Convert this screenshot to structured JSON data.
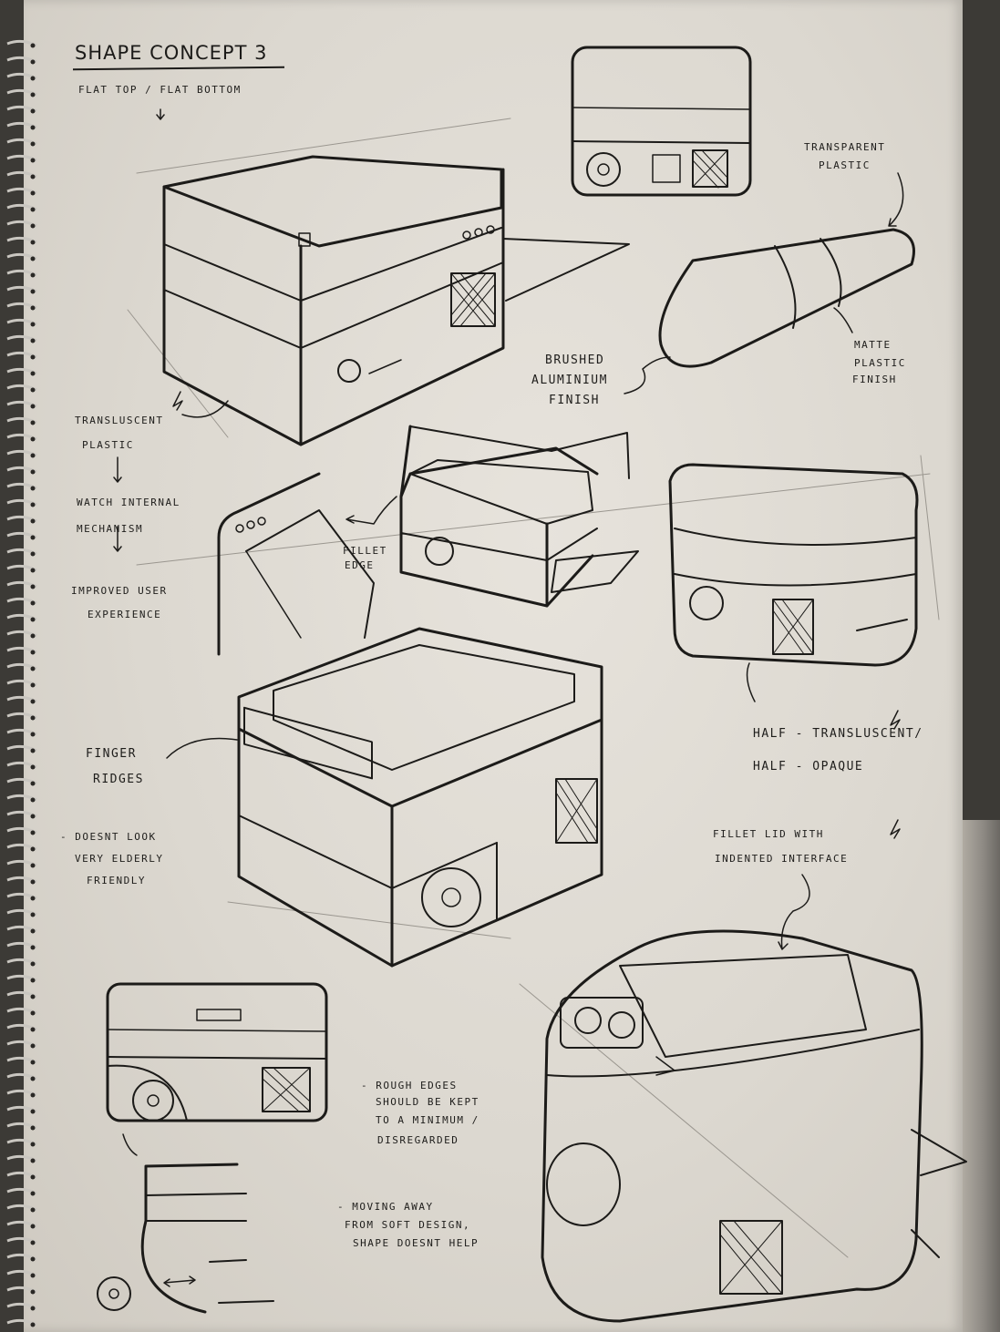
{
  "title": "SHAPE CONCEPT 3",
  "notes": {
    "flat_top": "FLAT TOP / FLAT BOTTOM",
    "transparent_plastic": [
      "TRANSPARENT",
      "PLASTIC"
    ],
    "matte_plastic": [
      "MATTE",
      "PLASTIC",
      "FINISH"
    ],
    "brushed_aluminium": [
      "BRUSHED",
      "ALUMINIUM",
      "FINISH"
    ],
    "translucent_plastic": [
      "TRANSLUSCENT",
      "PLASTIC"
    ],
    "watch_internal": [
      "WATCH INTERNAL",
      "MECHANISM"
    ],
    "improved_user": [
      "IMPROVED USER",
      "EXPERIENCE"
    ],
    "fillet_edge": [
      "FILLET",
      "EDGE"
    ],
    "half_translucent": [
      "HALF - TRANSLUSCENT/",
      "HALF - OPAQUE"
    ],
    "finger_ridges": [
      "FINGER",
      "RIDGES"
    ],
    "not_elderly": [
      "- DOESNT LOOK",
      "VERY ELDERLY",
      "FRIENDLY"
    ],
    "fillet_lid": [
      "FILLET LID WITH",
      "INDENTED INTERFACE"
    ],
    "rough_edges": [
      "- ROUGH EDGES",
      "SHOULD BE KEPT",
      "TO A MINIMUM /",
      "DISREGARDED"
    ],
    "moving_away": [
      "- MOVING AWAY",
      "FROM SOFT DESIGN,",
      "SHAPE DOESNT HELP"
    ]
  },
  "colors": {
    "paper": "#e2ded6",
    "ink": "#1c1b19",
    "pencil": "#8f8b84",
    "binding": "#3c3a36"
  }
}
